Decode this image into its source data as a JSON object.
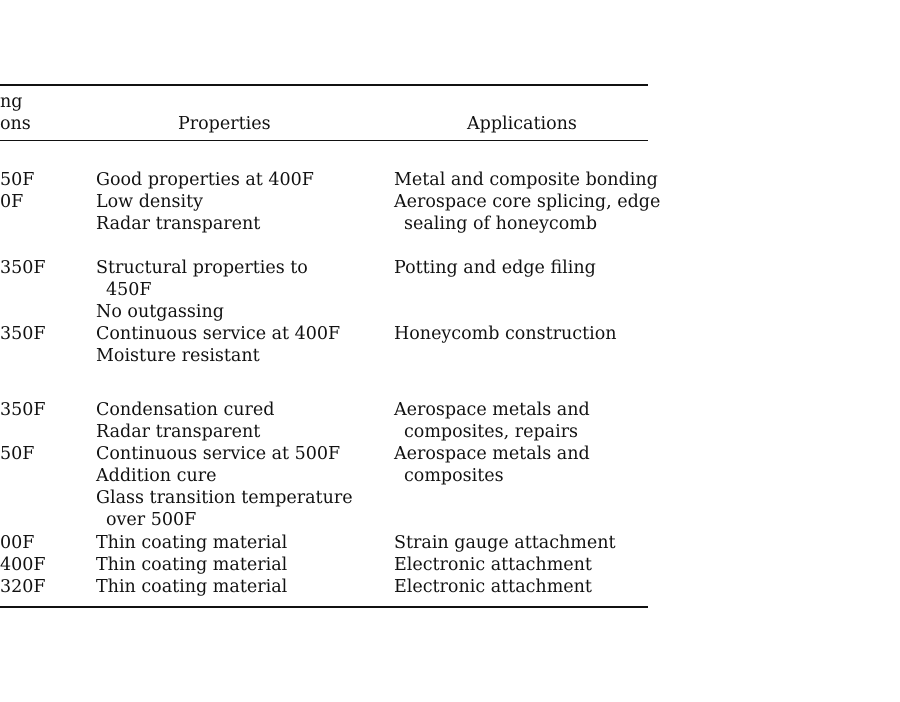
{
  "header": {
    "col1_line1": "ng",
    "col1_line2": "ons",
    "col2": "Properties",
    "col3": "Applications"
  },
  "rows": [
    {
      "c1": "50F",
      "c2": [
        "Good properties at 400F"
      ],
      "c3": [
        "Metal and composite bonding"
      ]
    },
    {
      "c1": "0F",
      "c2": [
        "Low density",
        "Radar transparent"
      ],
      "c3": [
        "Aerospace core splicing, edge",
        "sealing of honeycomb"
      ]
    },
    {
      "c1": "350F",
      "c2": [
        "Structural properties to",
        "450F",
        "No outgassing"
      ],
      "c3": [
        "Potting and edge filing"
      ]
    },
    {
      "c1": "350F",
      "c2": [
        "Continuous service at 400F",
        "Moisture resistant"
      ],
      "c3": [
        "Honeycomb construction"
      ]
    },
    {
      "c1": "350F",
      "c2": [
        "Condensation cured",
        "Radar transparent"
      ],
      "c3": [
        "Aerospace metals and",
        "composites, repairs"
      ]
    },
    {
      "c1": "50F",
      "c2": [
        "Continuous service at 500F",
        "Addition cure",
        "Glass transition temperature",
        "over 500F"
      ],
      "c3": [
        "Aerospace metals and",
        "composites"
      ]
    },
    {
      "c1": "00F",
      "c2": [
        "Thin coating material"
      ],
      "c3": [
        "Strain gauge attachment"
      ]
    },
    {
      "c1": "400F",
      "c2": [
        "Thin coating material"
      ],
      "c3": [
        "Electronic attachment"
      ]
    },
    {
      "c1": "320F",
      "c2": [
        "Thin coating material"
      ],
      "c3": [
        "Electronic attachment"
      ]
    }
  ]
}
